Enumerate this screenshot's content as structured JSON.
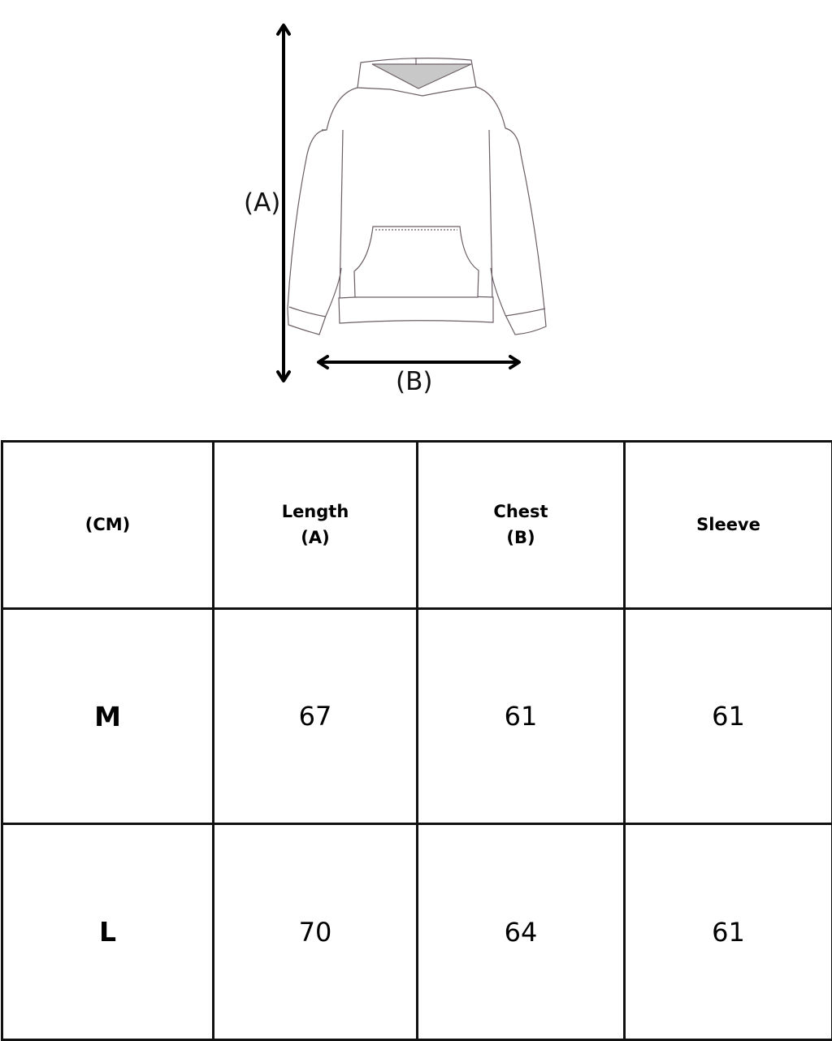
{
  "diagram": {
    "garment": "hoodie",
    "label_a": "(A)",
    "label_b": "(B)",
    "line_color": "#000000",
    "hood_lining_color": "#c8c8c8"
  },
  "table": {
    "unit_header": "(CM)",
    "columns": [
      {
        "title": "Length",
        "sub": "(A)"
      },
      {
        "title": "Chest",
        "sub": "(B)"
      },
      {
        "title": "Sleeve",
        "sub": ""
      }
    ],
    "rows": [
      {
        "size": "M",
        "values": [
          "67",
          "61",
          "61"
        ]
      },
      {
        "size": "L",
        "values": [
          "70",
          "64",
          "61"
        ]
      }
    ]
  }
}
